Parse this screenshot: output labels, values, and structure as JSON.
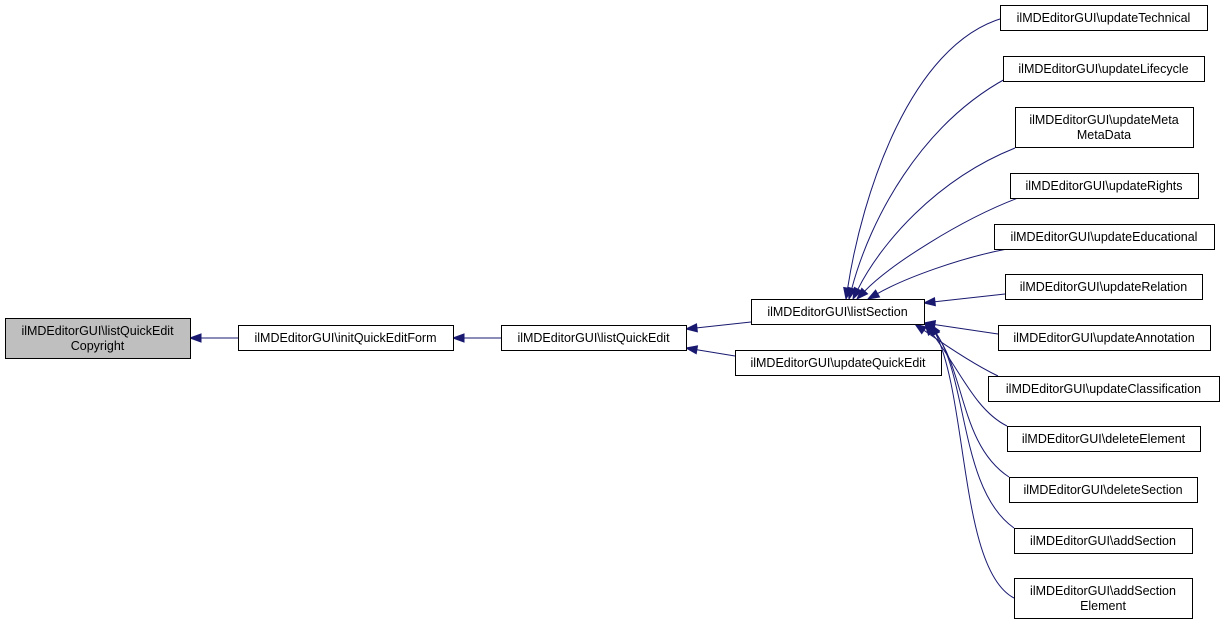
{
  "nodes": [
    {
      "id": "root",
      "lines": [
        "ilMDEditorGUI\\listQuickEdit",
        "Copyright"
      ],
      "highlight": true
    },
    {
      "id": "initQuickEditForm",
      "lines": [
        "ilMDEditorGUI\\initQuickEditForm"
      ]
    },
    {
      "id": "listQuickEdit",
      "lines": [
        "ilMDEditorGUI\\listQuickEdit"
      ]
    },
    {
      "id": "listSection",
      "lines": [
        "ilMDEditorGUI\\listSection"
      ]
    },
    {
      "id": "updateQuickEdit",
      "lines": [
        "ilMDEditorGUI\\updateQuickEdit"
      ]
    },
    {
      "id": "updateTechnical",
      "lines": [
        "ilMDEditorGUI\\updateTechnical"
      ]
    },
    {
      "id": "updateLifecycle",
      "lines": [
        "ilMDEditorGUI\\updateLifecycle"
      ]
    },
    {
      "id": "updateMetaMetaData",
      "lines": [
        "ilMDEditorGUI\\updateMeta",
        "MetaData"
      ]
    },
    {
      "id": "updateRights",
      "lines": [
        "ilMDEditorGUI\\updateRights"
      ]
    },
    {
      "id": "updateEducational",
      "lines": [
        "ilMDEditorGUI\\updateEducational"
      ]
    },
    {
      "id": "updateRelation",
      "lines": [
        "ilMDEditorGUI\\updateRelation"
      ]
    },
    {
      "id": "updateAnnotation",
      "lines": [
        "ilMDEditorGUI\\updateAnnotation"
      ]
    },
    {
      "id": "updateClassification",
      "lines": [
        "ilMDEditorGUI\\updateClassification"
      ]
    },
    {
      "id": "deleteElement",
      "lines": [
        "ilMDEditorGUI\\deleteElement"
      ]
    },
    {
      "id": "deleteSection",
      "lines": [
        "ilMDEditorGUI\\deleteSection"
      ]
    },
    {
      "id": "addSection",
      "lines": [
        "ilMDEditorGUI\\addSection"
      ]
    },
    {
      "id": "addSectionElement",
      "lines": [
        "ilMDEditorGUI\\addSection",
        "Element"
      ]
    }
  ],
  "edges": [
    {
      "from": "initQuickEditForm",
      "to": "root"
    },
    {
      "from": "listQuickEdit",
      "to": "initQuickEditForm"
    },
    {
      "from": "listSection",
      "to": "listQuickEdit"
    },
    {
      "from": "updateQuickEdit",
      "to": "listQuickEdit"
    },
    {
      "from": "updateTechnical",
      "to": "listSection"
    },
    {
      "from": "updateLifecycle",
      "to": "listSection"
    },
    {
      "from": "updateMetaMetaData",
      "to": "listSection"
    },
    {
      "from": "updateRights",
      "to": "listSection"
    },
    {
      "from": "updateEducational",
      "to": "listSection"
    },
    {
      "from": "updateRelation",
      "to": "listSection"
    },
    {
      "from": "updateAnnotation",
      "to": "listSection"
    },
    {
      "from": "updateClassification",
      "to": "listSection"
    },
    {
      "from": "deleteElement",
      "to": "listSection"
    },
    {
      "from": "deleteSection",
      "to": "listSection"
    },
    {
      "from": "addSection",
      "to": "listSection"
    },
    {
      "from": "addSectionElement",
      "to": "listSection"
    }
  ],
  "colors": {
    "edge": "#191970",
    "highlight_fill": "#bfbfbf"
  }
}
